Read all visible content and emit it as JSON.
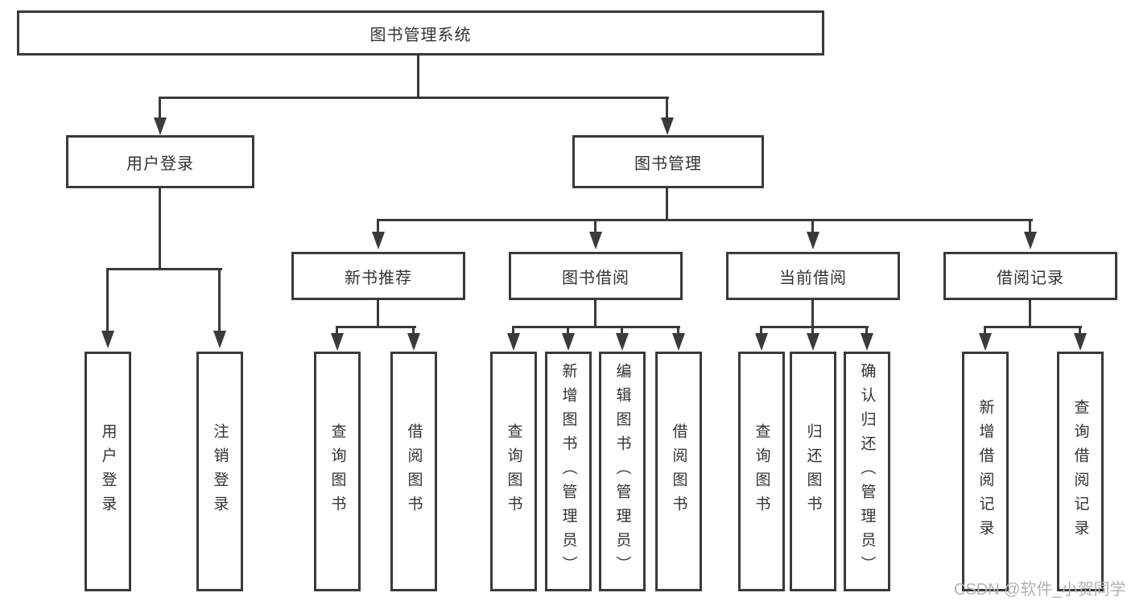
{
  "diagram": {
    "root": {
      "label": "图书管理系统",
      "children": [
        {
          "label": "用户登录",
          "children": [
            {
              "label": "用户登录"
            },
            {
              "label": "注销登录"
            }
          ]
        },
        {
          "label": "图书管理",
          "children": [
            {
              "label": "新书推荐",
              "children": [
                {
                  "label": "查询图书"
                },
                {
                  "label": "借阅图书"
                }
              ]
            },
            {
              "label": "图书借阅",
              "children": [
                {
                  "label": "查询图书"
                },
                {
                  "label": "新增图书（管理员）"
                },
                {
                  "label": "编辑图书（管理员）"
                },
                {
                  "label": "借阅图书"
                }
              ]
            },
            {
              "label": "当前借阅",
              "children": [
                {
                  "label": "查询图书"
                },
                {
                  "label": "归还图书"
                },
                {
                  "label": "确认归还（管理员）"
                }
              ]
            },
            {
              "label": "借阅记录",
              "children": [
                {
                  "label": "新增借阅记录"
                },
                {
                  "label": "查询借阅记录"
                }
              ]
            }
          ]
        }
      ]
    }
  },
  "watermark": {
    "text": "CSDN @软件_小贺同学"
  },
  "colors": {
    "line": "#3a3a3a",
    "text": "#333333",
    "watermark": "#b2b2b2",
    "background": "#ffffff"
  }
}
